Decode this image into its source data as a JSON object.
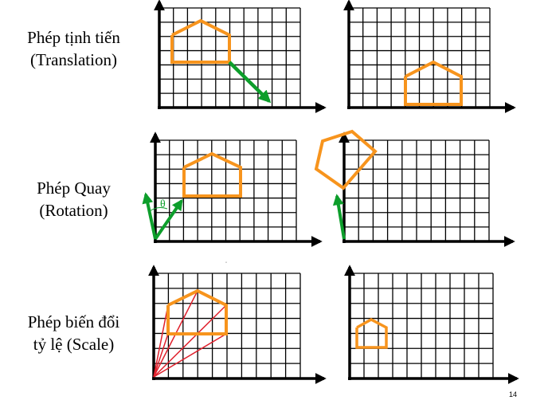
{
  "rows": [
    {
      "line1": "Phép tịnh tiến",
      "line2": "(Translation)"
    },
    {
      "line1": "Phép Quay",
      "line2": "(Rotation)"
    },
    {
      "line1": "Phép biến đổi",
      "line2": "tỷ lệ (Scale)"
    }
  ],
  "theta_symbol": "θ",
  "page_number": "14",
  "colors": {
    "shape": "#f7941d",
    "vector": "#0d9e2b",
    "scale_rays": "#e0202c",
    "grid": "#000000"
  }
}
